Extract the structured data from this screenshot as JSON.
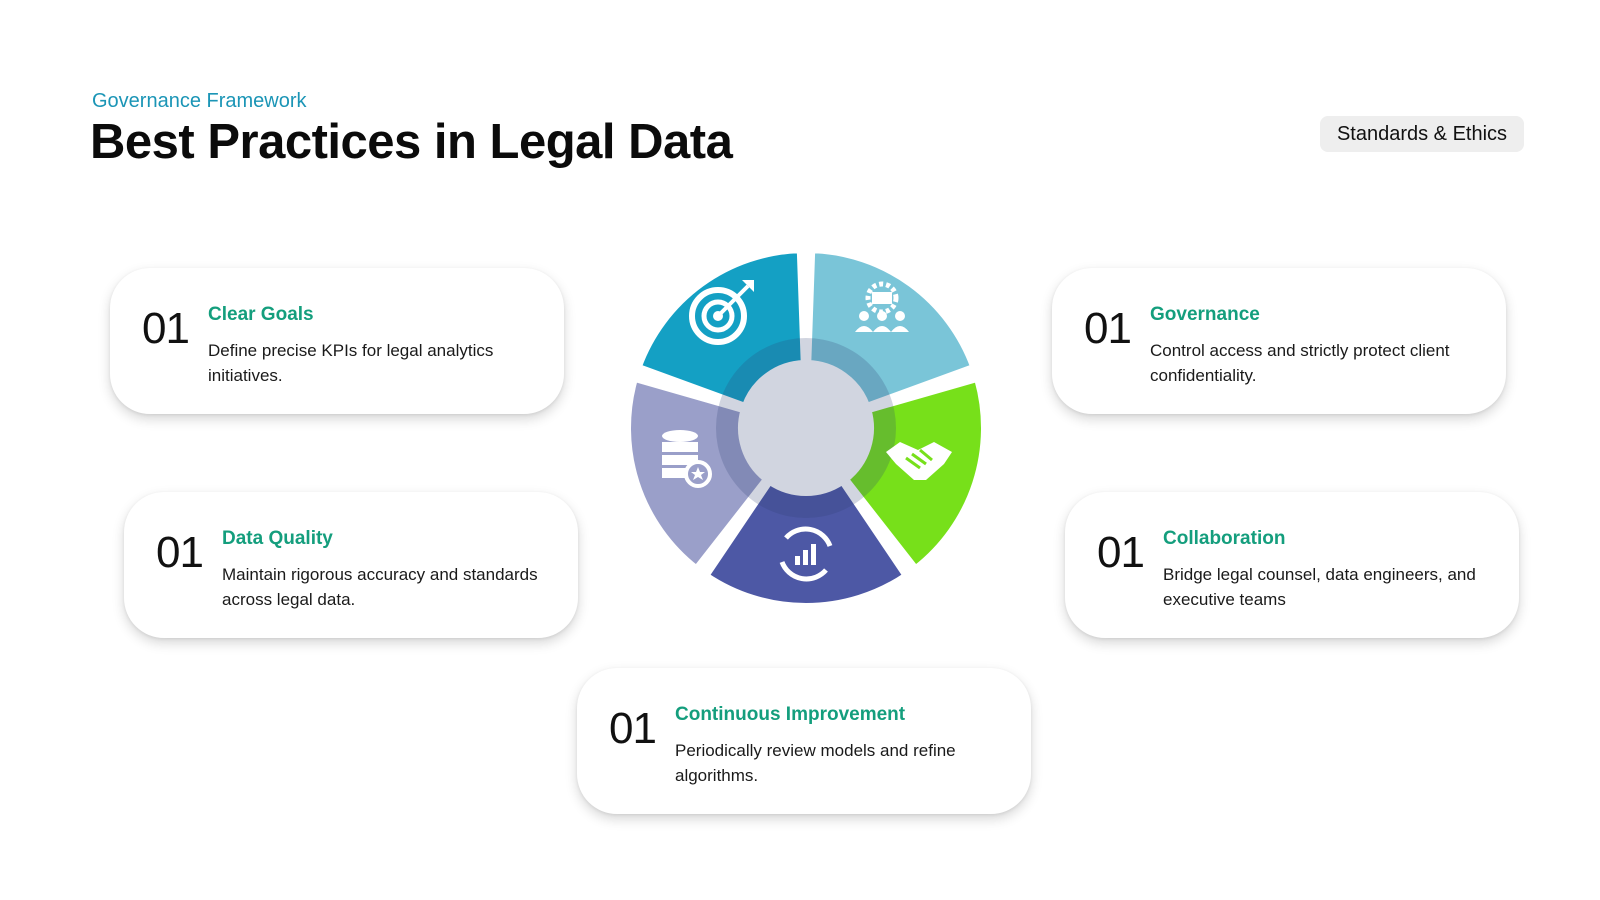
{
  "header": {
    "kicker": "Governance Framework",
    "title": "Best Practices in Legal Data",
    "tag": "Standards & Ethics"
  },
  "cards": [
    {
      "num": "01",
      "title": "Clear Goals",
      "desc": "Define precise KPIs for legal analytics initiatives."
    },
    {
      "num": "01",
      "title": "Governance",
      "desc": "Control access and strictly protect client confidentiality."
    },
    {
      "num": "01",
      "title": "Data Quality",
      "desc": "Maintain rigorous accuracy and standards across legal data."
    },
    {
      "num": "01",
      "title": "Collaboration",
      "desc": "Bridge legal counsel, data engineers, and executive teams"
    },
    {
      "num": "01",
      "title": "Continuous Improvement",
      "desc": "Periodically review models and refine algorithms."
    }
  ],
  "wheel": {
    "segments": [
      {
        "name": "goals",
        "color": "#14a0c4",
        "icon": "target-icon"
      },
      {
        "name": "governance",
        "color": "#7ac5d8",
        "icon": "team-gear-icon"
      },
      {
        "name": "collaboration",
        "color": "#77e01a",
        "icon": "handshake-icon"
      },
      {
        "name": "improvement",
        "color": "#4d58a5",
        "icon": "chart-cycle-icon"
      },
      {
        "name": "quality",
        "color": "#9a9fc9",
        "icon": "database-badge-icon"
      }
    ],
    "hub_color": "#2f3f72"
  }
}
